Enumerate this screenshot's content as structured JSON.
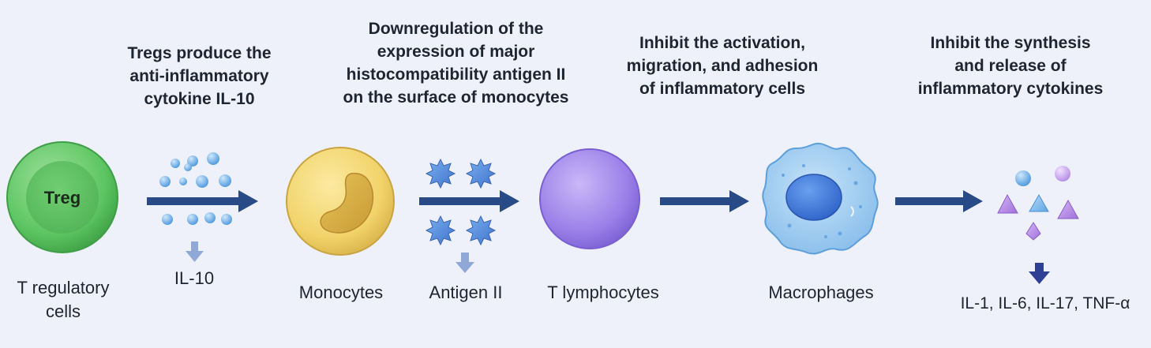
{
  "steps": {
    "tregs": {
      "caption": "Tregs produce the\nanti-inflammatory\ncytokine IL-10"
    },
    "mhc": {
      "caption": "Downregulation of the\nexpression of major\nhistocompatibility antigen II\non the surface of monocytes"
    },
    "inhibit_activation": {
      "caption": "Inhibit the activation,\nmigration, and adhesion\nof inflammatory cells"
    },
    "inhibit_synthesis": {
      "caption": "Inhibit the synthesis\nand release of\ninflammatory cytokines"
    }
  },
  "cells": {
    "treg": {
      "inner_text": "Treg",
      "label": "T regulatory\ncells",
      "color": "#5cc561"
    },
    "il10": {
      "label": "IL-10",
      "color": "#5aa6e3"
    },
    "monocyte": {
      "label": "Monocytes",
      "color": "#f1d36a"
    },
    "antigen": {
      "label": "Antigen II",
      "color": "#5b8ee0"
    },
    "t_lymphocyte": {
      "label": "T lymphocytes",
      "color": "#9a7fe8"
    },
    "macrophage": {
      "label": "Macrophages",
      "color": "#8ec3ef"
    },
    "cytokines": {
      "label": "IL-1, IL-6, IL-17, TNF-α",
      "color": "#b98ae6"
    }
  },
  "colors": {
    "arrow": "#284a86",
    "down_arrow_light": "#8fa8d6",
    "down_arrow_dark": "#2f3f94"
  }
}
